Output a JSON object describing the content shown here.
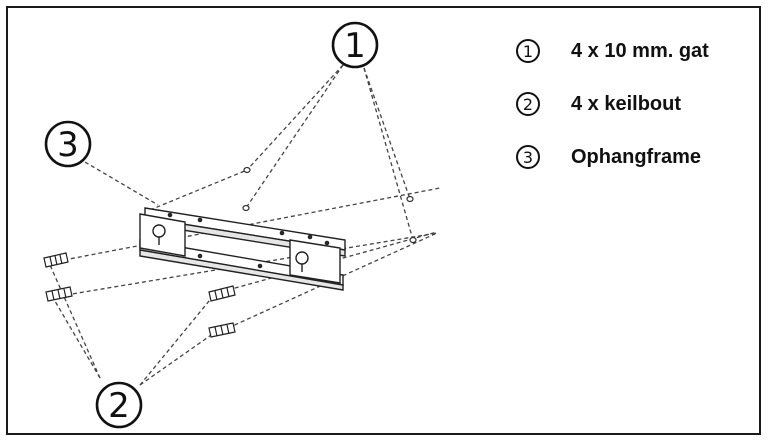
{
  "callouts": {
    "c1": "1",
    "c2": "2",
    "c3": "3"
  },
  "legend": [
    {
      "num": "1",
      "text": "4 x 10 mm. gat"
    },
    {
      "num": "2",
      "text": "4 x keilbout"
    },
    {
      "num": "3",
      "text": "Ophangframe"
    }
  ]
}
